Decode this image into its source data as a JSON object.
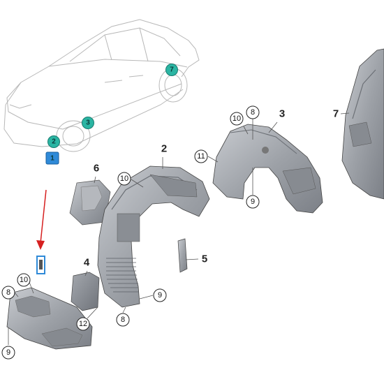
{
  "colors": {
    "teal_marker": "#2bb5a3",
    "blue_marker": "#2f8ad8",
    "arrow_red": "#d62020",
    "part_gray": "#9ea2a8"
  },
  "car_markers": [
    {
      "label": "1",
      "style": "blue"
    },
    {
      "label": "2",
      "style": "teal"
    },
    {
      "label": "3",
      "style": "teal"
    },
    {
      "label": "7",
      "style": "teal"
    }
  ],
  "part_numbers": {
    "p2": "2",
    "p3": "3",
    "p4": "4",
    "p5": "5",
    "p6": "6",
    "p7": "7"
  },
  "callouts": {
    "c10_top": "10",
    "c8_top": "8",
    "c11": "11",
    "c9_mid": "9",
    "c10_mid": "10",
    "c9_low": "9",
    "c12": "12",
    "c8_low": "8",
    "c8_left": "8",
    "c10_left": "10",
    "c9_left": "9"
  }
}
